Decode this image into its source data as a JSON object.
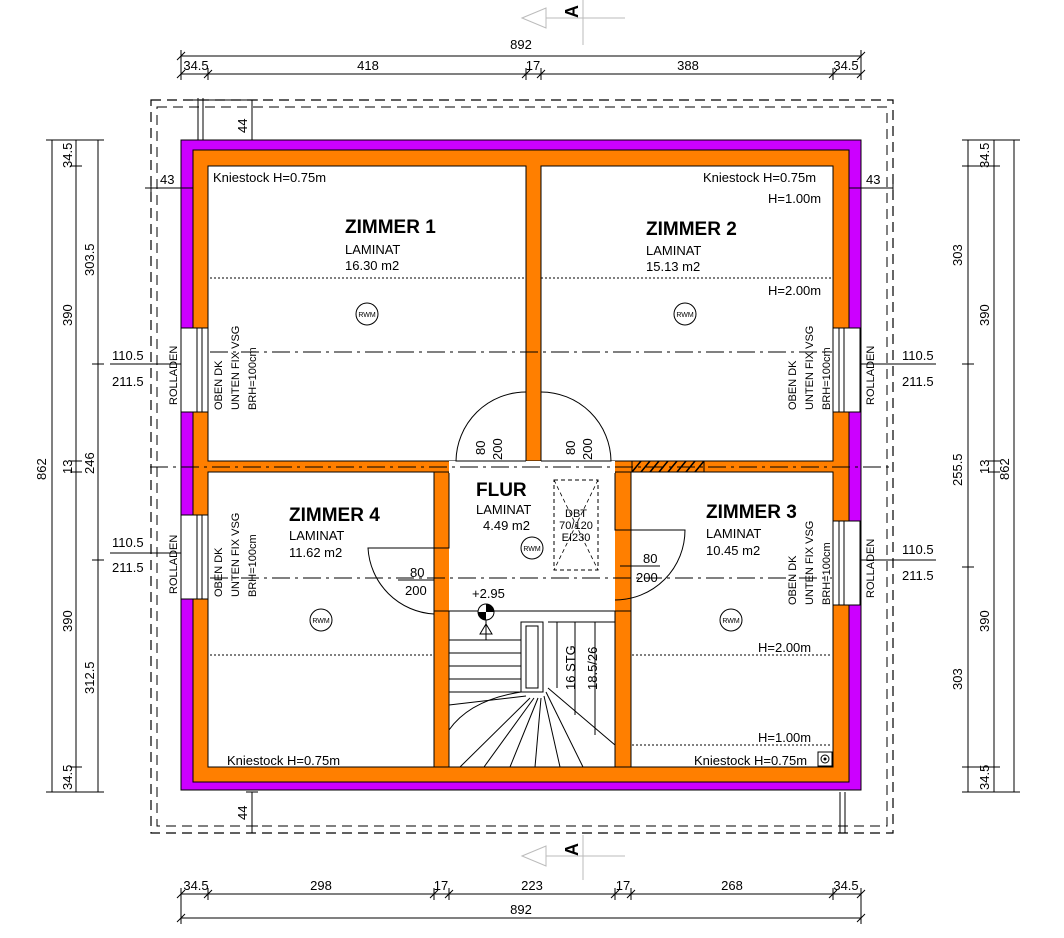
{
  "colors": {
    "wall": "#FF7F00",
    "insulation": "#CC00FF",
    "line": "#000000",
    "arrow": "#C8C8C8"
  },
  "section_marker": "A",
  "dimensions": {
    "top_total": "892",
    "top_segments": [
      "34.5",
      "418",
      "17",
      "388",
      "34.5"
    ],
    "bottom_total": "892",
    "bottom_segments": [
      "34.5",
      "298",
      "17",
      "223",
      "17",
      "268",
      "34.5"
    ],
    "left_outer": [
      "34.5",
      "390",
      "13",
      "390",
      "34.5"
    ],
    "left_outer_total": "862",
    "left_inner": [
      "303.5",
      "246",
      "312.5"
    ],
    "right_outer": [
      "34.5",
      "390",
      "13",
      "390",
      "34.5"
    ],
    "right_outer_total": "862",
    "right_inner": [
      "303",
      "255.5",
      "303"
    ],
    "overhang": "44",
    "side_offset": "43",
    "window_top_left": [
      "110.5",
      "211.5"
    ],
    "window_bottom_left": [
      "110.5",
      "211.5"
    ],
    "window_top_right": [
      "110.5",
      "211.5"
    ],
    "window_bottom_right": [
      "110.5",
      "211.5"
    ]
  },
  "rooms": {
    "zimmer1": {
      "name": "ZIMMER 1",
      "floor": "LAMINAT",
      "area": "16.30 m2"
    },
    "zimmer2": {
      "name": "ZIMMER 2",
      "floor": "LAMINAT",
      "area": "15.13 m2"
    },
    "zimmer3": {
      "name": "ZIMMER 3",
      "floor": "LAMINAT",
      "area": "10.45 m2"
    },
    "zimmer4": {
      "name": "ZIMMER 4",
      "floor": "LAMINAT",
      "area": "11.62 m2"
    },
    "flur": {
      "name": "FLUR",
      "floor": "LAMINAT",
      "area": "4.49 m2"
    }
  },
  "annotations": {
    "kniestock_tl": "Kniestock  H=0.75m",
    "kniestock_tr": "Kniestock  H=0.75m",
    "kniestock_bl": "Kniestock  H=0.75m",
    "kniestock_br": "Kniestock  H=0.75m",
    "h100_top": "H=1.00m",
    "h200_top": "H=2.00m",
    "h200_bottom": "H=2.00m",
    "h100_bottom": "H=1.00m",
    "rwm": "RWM",
    "rolladen": "ROLLADEN",
    "window_lines": [
      "OBEN DK",
      "UNTEN FIX VSG",
      "BRH=100cm"
    ],
    "door_80": "80",
    "door_200": "200",
    "level": "+2.95",
    "stairs": "16 STG",
    "stairs_ratio": "18.5/26",
    "dbt_lines": [
      "DBT",
      "70/120",
      "EI230"
    ]
  }
}
